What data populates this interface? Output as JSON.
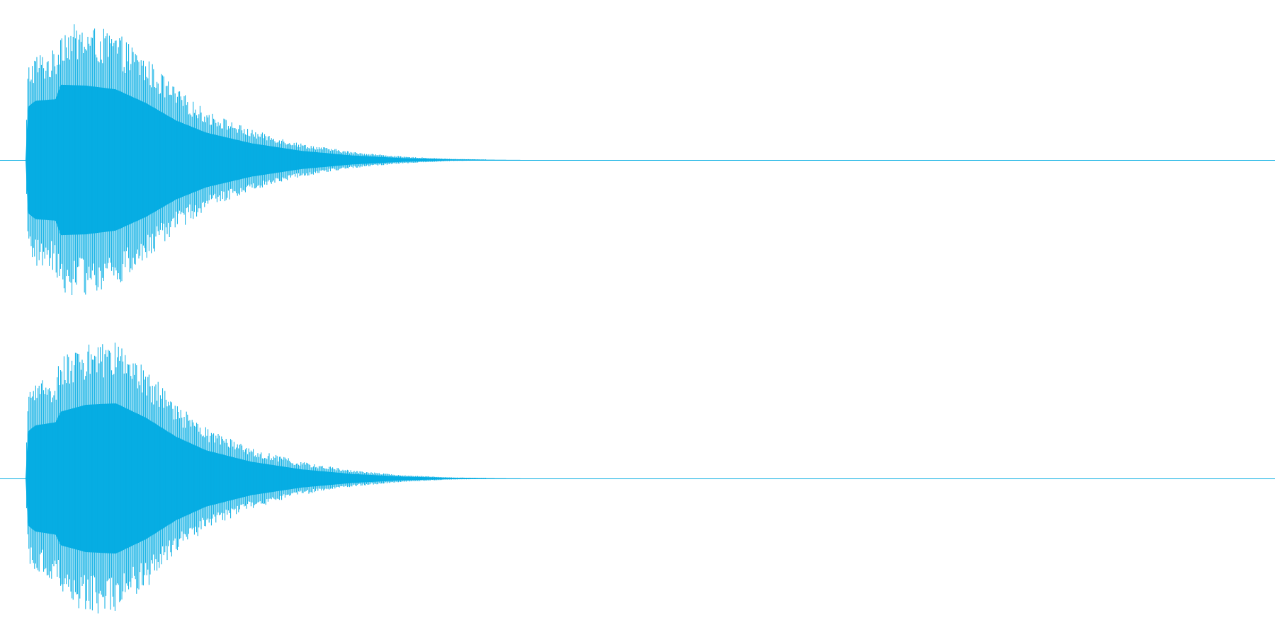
{
  "waveform": {
    "color": "#06ade3",
    "background": "#ffffff",
    "channels": [
      {
        "name": "",
        "envelope": [
          [
            0.0,
            0.0
          ],
          [
            0.005,
            0.7
          ],
          [
            0.02,
            0.78
          ],
          [
            0.06,
            0.8
          ],
          [
            0.07,
            0.99
          ],
          [
            0.12,
            0.98
          ],
          [
            0.18,
            0.93
          ],
          [
            0.24,
            0.75
          ],
          [
            0.3,
            0.52
          ],
          [
            0.36,
            0.36
          ],
          [
            0.45,
            0.22
          ],
          [
            0.55,
            0.12
          ],
          [
            0.65,
            0.06
          ],
          [
            0.75,
            0.025
          ],
          [
            0.85,
            0.008
          ],
          [
            0.95,
            0.002
          ],
          [
            1.0,
            0.0
          ]
        ]
      },
      {
        "name": "",
        "envelope": [
          [
            0.0,
            0.0
          ],
          [
            0.005,
            0.62
          ],
          [
            0.02,
            0.7
          ],
          [
            0.06,
            0.74
          ],
          [
            0.07,
            0.88
          ],
          [
            0.12,
            0.97
          ],
          [
            0.18,
            0.99
          ],
          [
            0.24,
            0.8
          ],
          [
            0.3,
            0.55
          ],
          [
            0.36,
            0.37
          ],
          [
            0.45,
            0.22
          ],
          [
            0.55,
            0.12
          ],
          [
            0.65,
            0.06
          ],
          [
            0.75,
            0.025
          ],
          [
            0.85,
            0.008
          ],
          [
            0.95,
            0.002
          ],
          [
            1.0,
            0.0
          ]
        ]
      }
    ]
  }
}
